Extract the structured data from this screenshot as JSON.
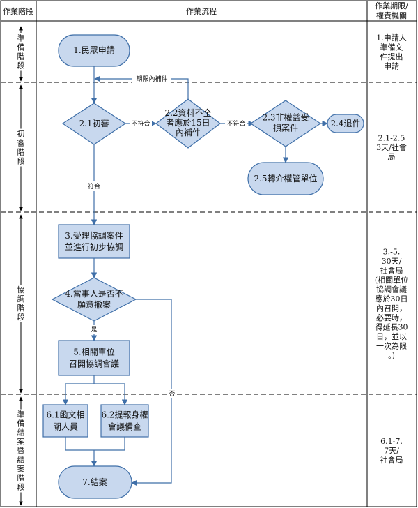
{
  "header": {
    "col_stage": "作業階段",
    "col_flow": "作業流程",
    "col_deadline_line1": "作業期限/",
    "col_deadline_line2": "權責機關"
  },
  "stages": [
    {
      "name": "準備階段",
      "deadline": [
        "1.申請人",
        "準備文",
        "件提出",
        "申請"
      ]
    },
    {
      "name": "初審階段",
      "deadline": [
        "2.1-2.5",
        "3天/社會",
        "局"
      ]
    },
    {
      "name": "協調階段",
      "deadline": [
        "3.-5.",
        "30天/",
        "社會局",
        "(相關單位",
        "協調會議",
        "應於30日",
        "內召開，",
        "必要時，",
        "得延長30",
        "日，並以",
        "一次為限",
        "。)"
      ]
    },
    {
      "name": "準備結案暨結案階段",
      "deadline": [
        "6.1-7.",
        "7天/",
        "社會局"
      ]
    }
  ],
  "nodes": {
    "n1": [
      "1.民眾申請"
    ],
    "n21": [
      "2.1初審"
    ],
    "n22": [
      "2.2資料不全",
      "者應於15日",
      "內補件"
    ],
    "n23": [
      "2.3非權益受",
      "損案件"
    ],
    "n24": [
      "2.4退件"
    ],
    "n25": [
      "2.5轉介權管單位"
    ],
    "n3": [
      "3.受理協調案件",
      "並進行初步協調"
    ],
    "n4": [
      "4.當事人是否不",
      "願意撤案"
    ],
    "n5": [
      "5.相關單位",
      "召開協調會議"
    ],
    "n61": [
      "6.1函文相",
      "關人員"
    ],
    "n62": [
      "6.2提報身權",
      "會議備查"
    ],
    "n7": [
      "7.結案"
    ]
  },
  "edge_labels": {
    "deadline_supplement": "期限內補件",
    "not_comply_1": "不符合",
    "not_comply_2": "不符合",
    "comply": "符合",
    "yes": "是",
    "no": "否"
  },
  "colors": {
    "node_fill": "#c8d8ee",
    "node_stroke": "#3f6fa8",
    "line": "#3f6fa8",
    "grid": "#000000"
  }
}
